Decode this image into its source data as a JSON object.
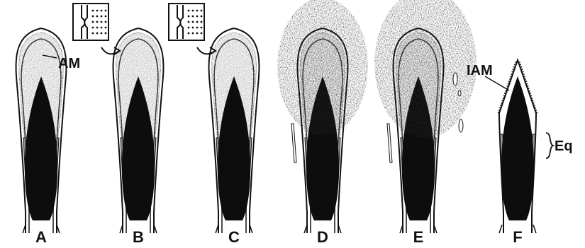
{
  "panels": [
    {
      "label": "A",
      "stage": "intact",
      "inset": false,
      "vesiculation": 0
    },
    {
      "label": "B",
      "stage": "intact",
      "inset": true,
      "vesiculation": 0
    },
    {
      "label": "C",
      "stage": "intact",
      "inset": true,
      "vesiculation": 0
    },
    {
      "label": "D",
      "stage": "vesiculating",
      "inset": false,
      "vesiculation": 0.6
    },
    {
      "label": "E",
      "stage": "dispersing",
      "inset": false,
      "vesiculation": 1.0
    },
    {
      "label": "F",
      "stage": "reacted",
      "inset": false,
      "vesiculation": 0
    }
  ],
  "annotations": {
    "am": "AM",
    "iam": "IAM",
    "eq": "Eq"
  },
  "colors": {
    "ink": "#111111",
    "acrosome": "#9a9a9a",
    "nucleus": "#0d0d0d",
    "background": "#ffffff"
  }
}
